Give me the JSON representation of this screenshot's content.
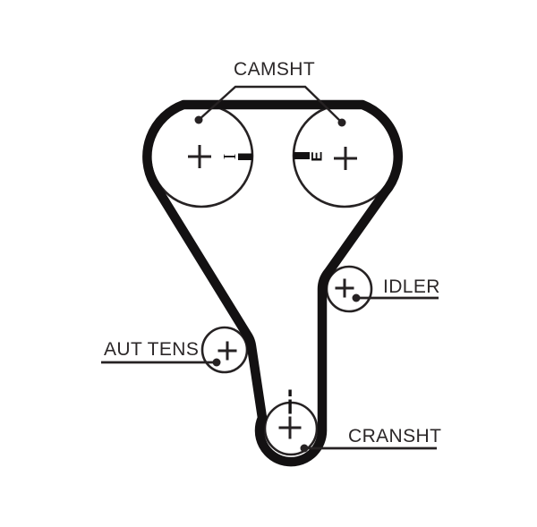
{
  "diagram_labels": {
    "camshaft": "CAMSHT",
    "idler": "IDLER",
    "auto_tensioner": "AUT TENS",
    "crankshaft": "CRANSHT"
  },
  "pulley_marks": {
    "left_cam_letter": "I",
    "right_cam_letter": "E",
    "plus_mark": "+"
  },
  "colors": {
    "line": "#262223",
    "belt": "#131112",
    "background": "#ffffff"
  }
}
